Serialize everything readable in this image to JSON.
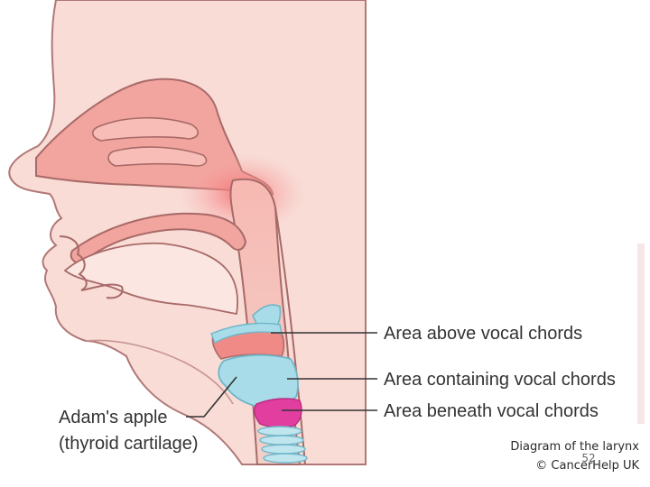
{
  "labels": {
    "above": "Area above vocal chords",
    "containing": "Area containing vocal chords",
    "beneath": "Area beneath vocal chords",
    "adams_apple_line1": "Adam's apple",
    "adams_apple_line2": "(thyroid cartilage)"
  },
  "credit": {
    "line1": "Diagram of the larynx",
    "line2": "© CancerHelp UK"
  },
  "page_number": "52",
  "colors": {
    "skin": "#f9dcd6",
    "tissue": "#f29a94",
    "airway_glow": "#f47a7c",
    "cartilage": "#a8dce8",
    "cartilage_stroke": "#6fb6c8",
    "vocal_region": "#e23ea0",
    "outline": "#a86a68"
  }
}
